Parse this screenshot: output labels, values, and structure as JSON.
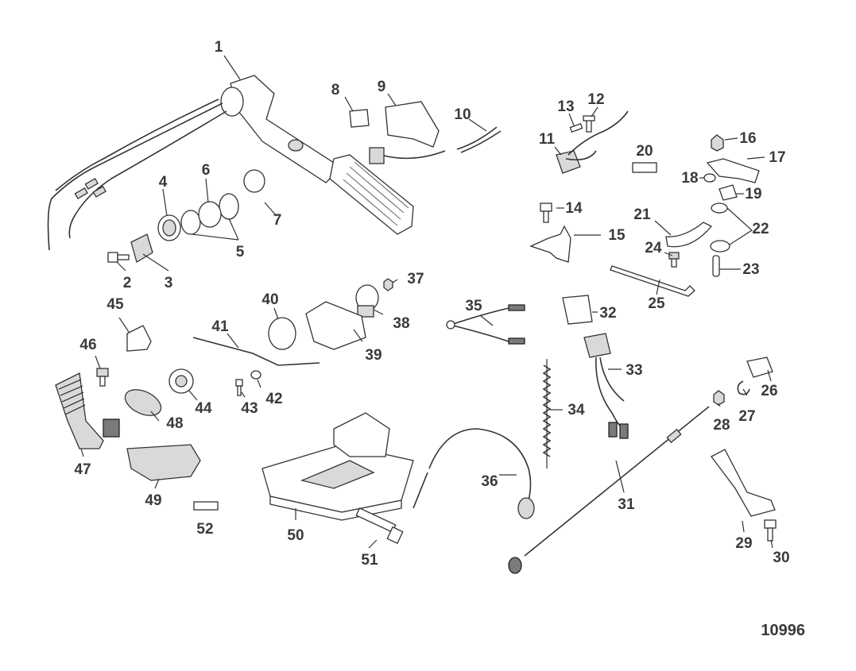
{
  "figure_number": "10996",
  "callouts": [
    {
      "n": "1"
    },
    {
      "n": "2"
    },
    {
      "n": "3"
    },
    {
      "n": "4"
    },
    {
      "n": "5"
    },
    {
      "n": "6"
    },
    {
      "n": "7"
    },
    {
      "n": "8"
    },
    {
      "n": "9"
    },
    {
      "n": "10"
    },
    {
      "n": "11"
    },
    {
      "n": "12"
    },
    {
      "n": "13"
    },
    {
      "n": "14"
    },
    {
      "n": "15"
    },
    {
      "n": "16"
    },
    {
      "n": "17"
    },
    {
      "n": "18"
    },
    {
      "n": "19"
    },
    {
      "n": "20"
    },
    {
      "n": "21"
    },
    {
      "n": "22"
    },
    {
      "n": "23"
    },
    {
      "n": "24"
    },
    {
      "n": "25"
    },
    {
      "n": "26"
    },
    {
      "n": "27"
    },
    {
      "n": "28"
    },
    {
      "n": "29"
    },
    {
      "n": "30"
    },
    {
      "n": "31"
    },
    {
      "n": "32"
    },
    {
      "n": "33"
    },
    {
      "n": "34"
    },
    {
      "n": "35"
    },
    {
      "n": "36"
    },
    {
      "n": "37"
    },
    {
      "n": "38"
    },
    {
      "n": "39"
    },
    {
      "n": "40"
    },
    {
      "n": "41"
    },
    {
      "n": "42"
    },
    {
      "n": "43"
    },
    {
      "n": "44"
    },
    {
      "n": "45"
    },
    {
      "n": "46"
    },
    {
      "n": "47"
    },
    {
      "n": "48"
    },
    {
      "n": "49"
    },
    {
      "n": "50"
    },
    {
      "n": "51"
    },
    {
      "n": "52"
    }
  ]
}
